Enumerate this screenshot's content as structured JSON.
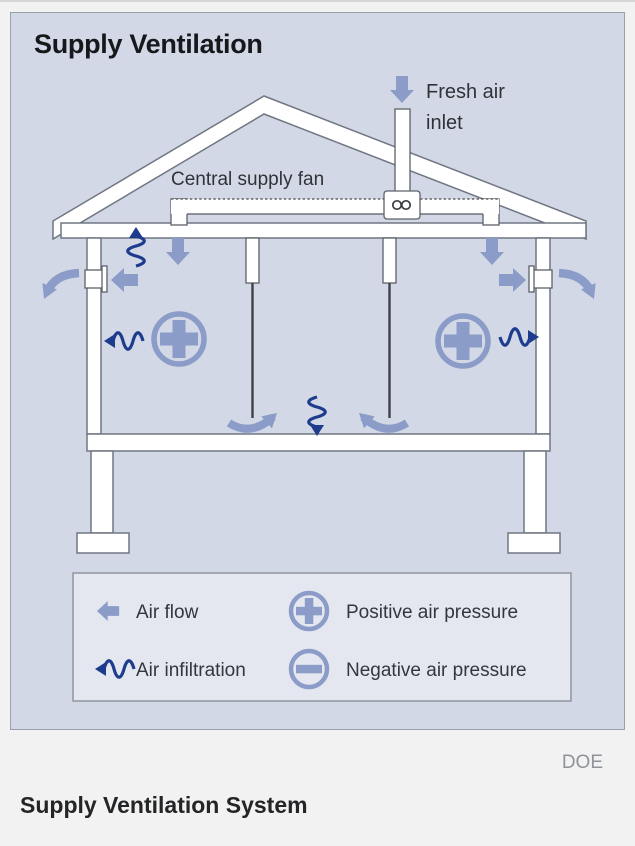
{
  "figure": {
    "title": "Supply Ventilation",
    "colors": {
      "page-bg": "#f2f2f2",
      "panel-bg": "#d3d8e6",
      "legend-bg": "#e4e7f0",
      "accent": "#8b9cc8",
      "navy": "#1e3c8e",
      "outline": "#707682",
      "label-ink": "#2f3338",
      "title-ink": "#16181b"
    },
    "labels": {
      "fresh_air_line1": "Fresh air",
      "fresh_air_line2": "inlet",
      "central_fan": "Central supply fan"
    },
    "legend": {
      "air_flow": "Air flow",
      "air_infiltration": "Air infiltration",
      "positive_pressure": "Positive air pressure",
      "negative_pressure": "Negative air pressure"
    },
    "icons": {
      "air_flow": "left-block-arrow",
      "air_infiltration": "squiggle-arrow",
      "positive_pressure": "circle-plus",
      "negative_pressure": "circle-minus",
      "fan": "inline-duct-fan",
      "fresh_air_inlet": "down-block-arrow",
      "exhaust": "curved-arrow"
    }
  },
  "credit": "DOE",
  "caption": "Supply Ventilation System"
}
